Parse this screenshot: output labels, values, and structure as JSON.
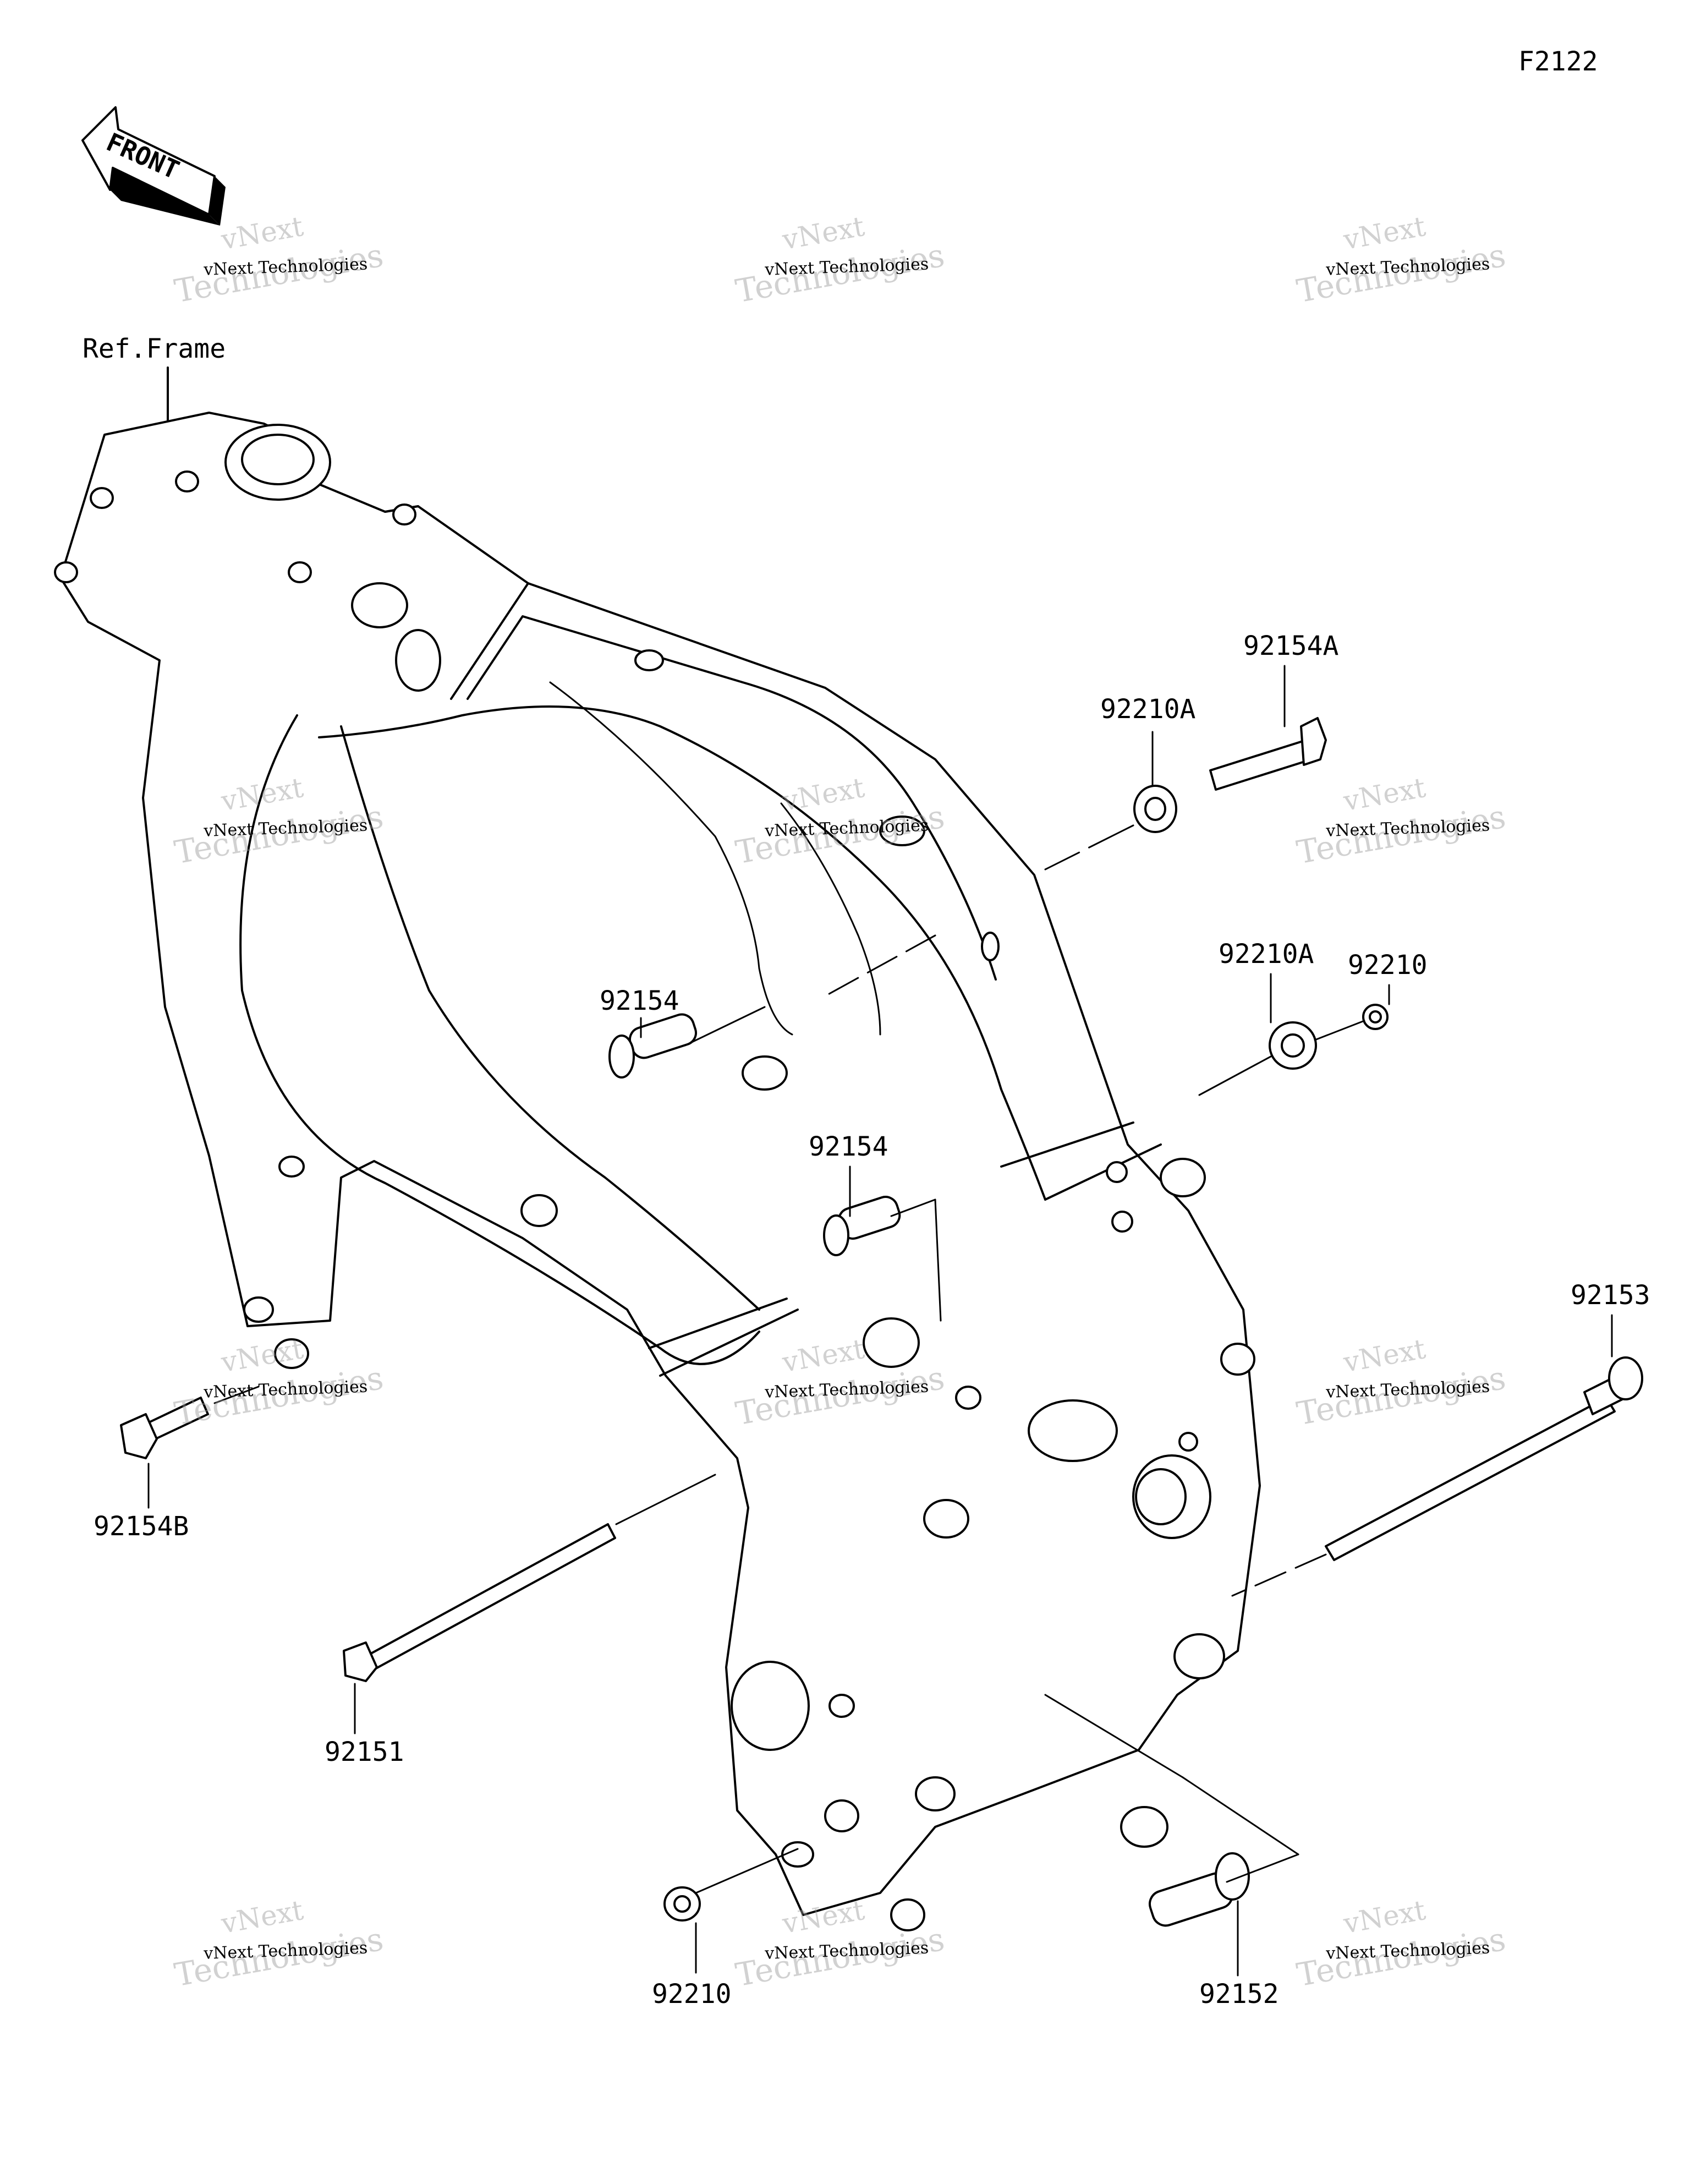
{
  "figure_code": "F2122",
  "front_label": "FRONT",
  "ref_label": "Ref.Frame",
  "watermark": {
    "line1": "vNext Technologies",
    "line2": "vNext",
    "line3": "Technologies"
  },
  "callouts": [
    {
      "id": "92154A",
      "label": "92154A"
    },
    {
      "id": "92210A_top",
      "label": "92210A"
    },
    {
      "id": "92210_right",
      "label": "92210"
    },
    {
      "id": "92210A_mid",
      "label": "92210A"
    },
    {
      "id": "92154_upper",
      "label": "92154"
    },
    {
      "id": "92154_mid",
      "label": "92154"
    },
    {
      "id": "92153",
      "label": "92153"
    },
    {
      "id": "92154B",
      "label": "92154B"
    },
    {
      "id": "92151",
      "label": "92151"
    },
    {
      "id": "92210_bottom",
      "label": "92210"
    },
    {
      "id": "92152",
      "label": "92152"
    }
  ]
}
